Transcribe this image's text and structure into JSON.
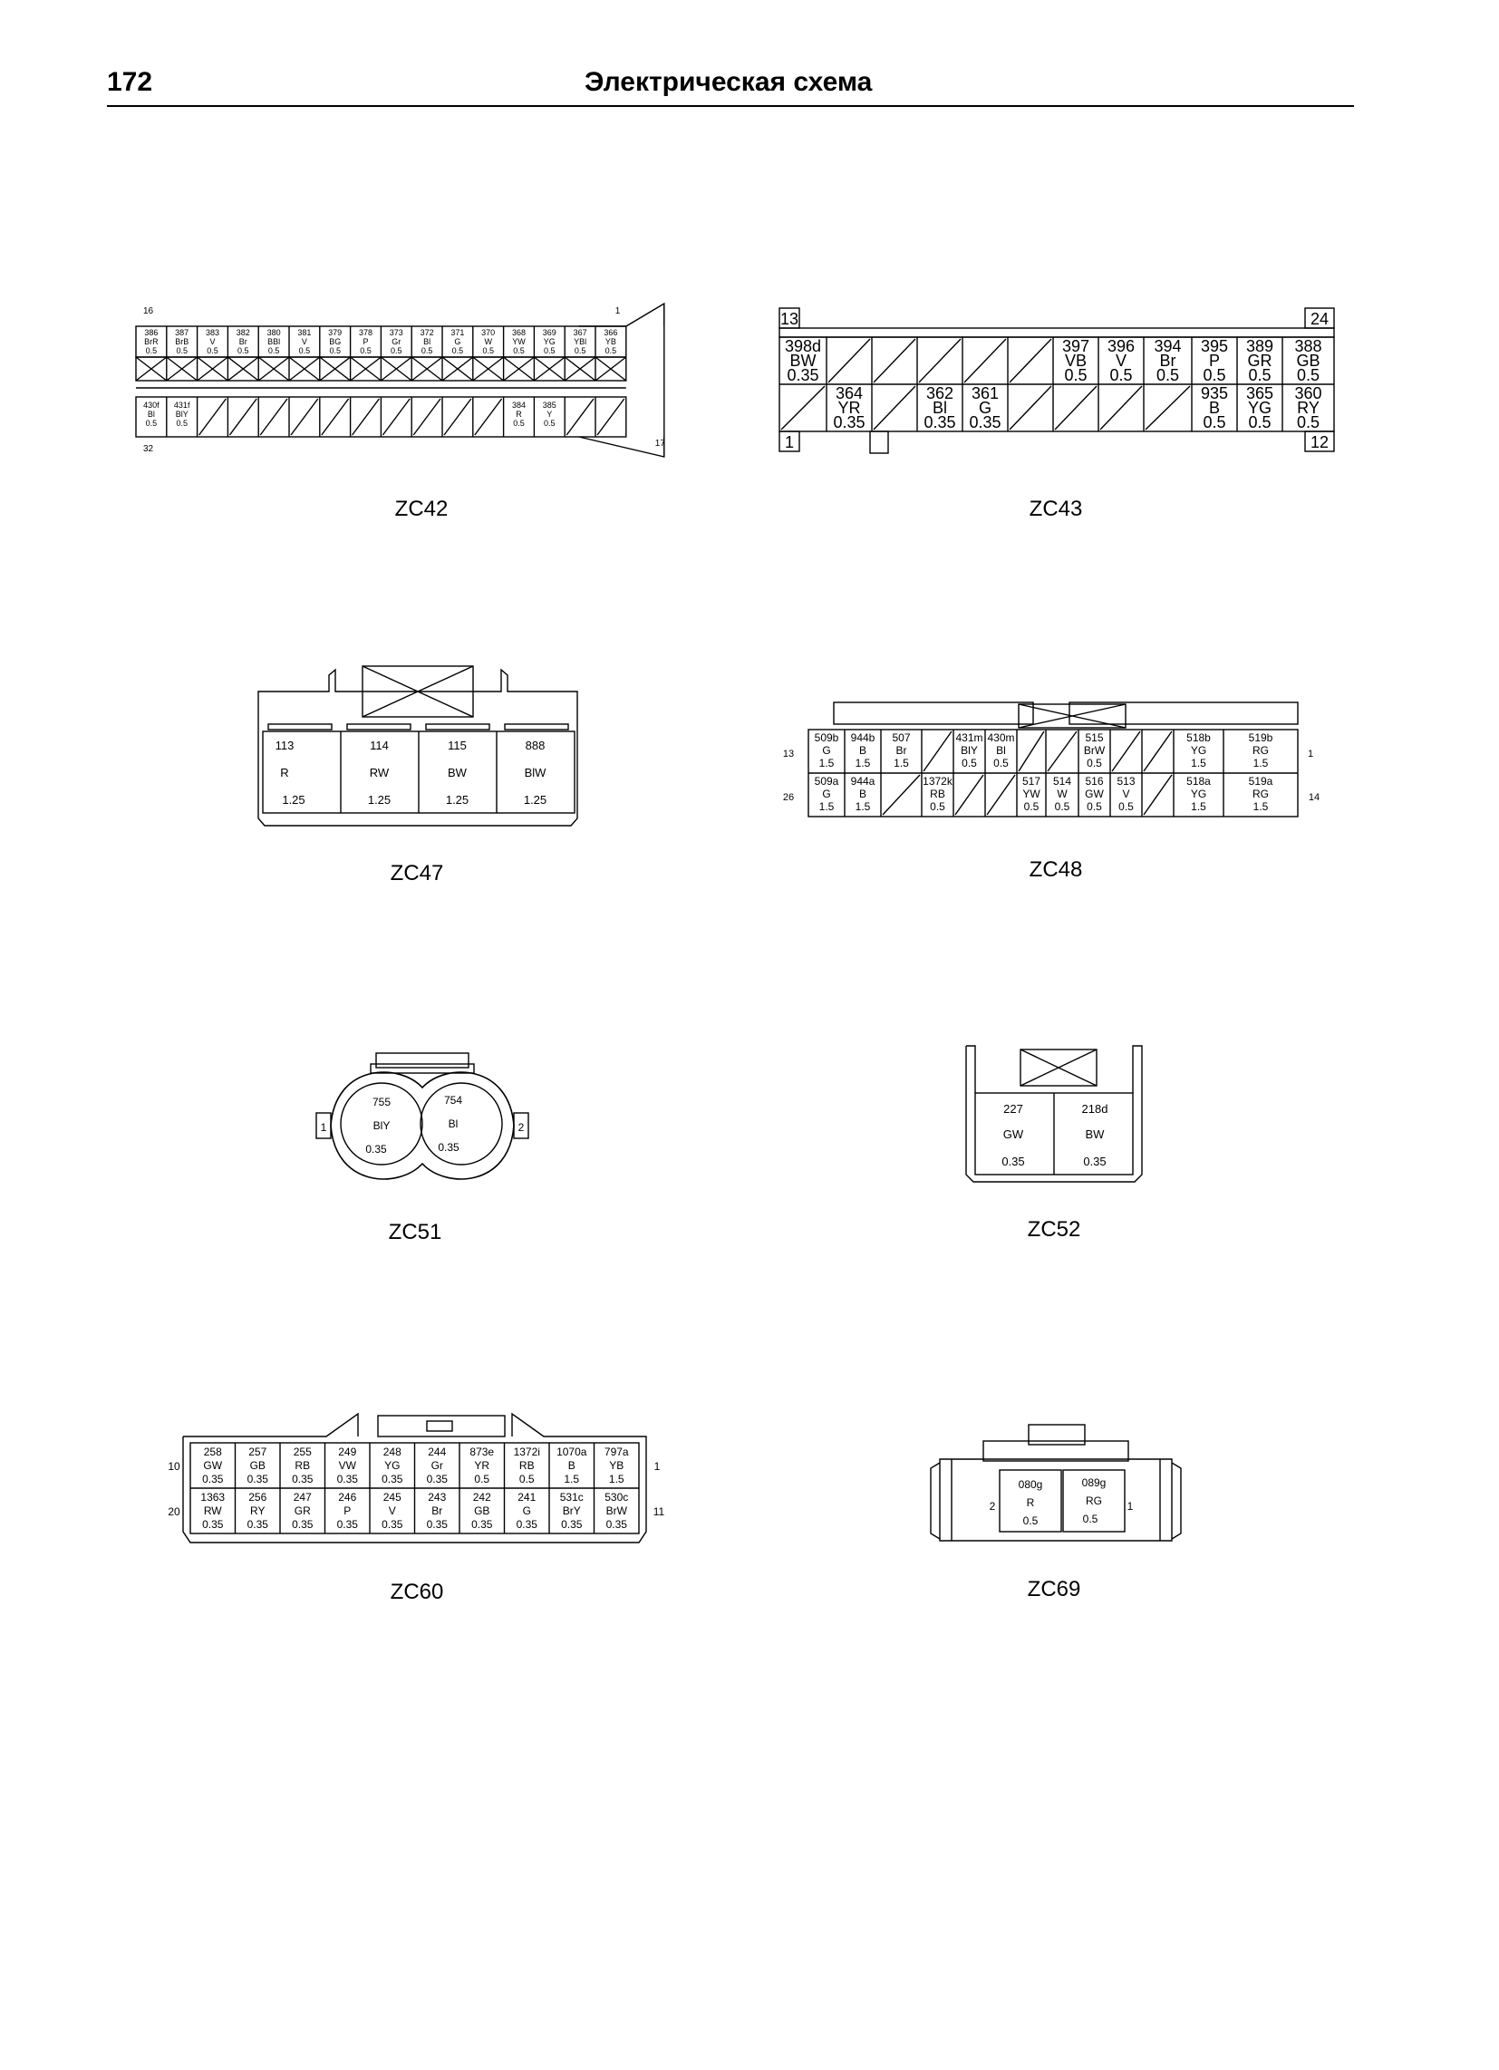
{
  "header": {
    "page_number": "172",
    "title": "Электрическая схема"
  },
  "connectors": {
    "zc42": {
      "name": "ZC42",
      "pin_labels": {
        "top_left": "16",
        "top_right": "1",
        "bottom_left": "32",
        "bottom_right": "17"
      },
      "row1": [
        {
          "id": "386",
          "color": "BrR",
          "size": "0.5"
        },
        {
          "id": "387",
          "color": "BrB",
          "size": "0.5"
        },
        {
          "id": "383",
          "color": "V",
          "size": "0.5"
        },
        {
          "id": "382",
          "color": "Br",
          "size": "0.5"
        },
        {
          "id": "380",
          "color": "BBl",
          "size": "0.5"
        },
        {
          "id": "381",
          "color": "V",
          "size": "0.5"
        },
        {
          "id": "379",
          "color": "BG",
          "size": "0.5"
        },
        {
          "id": "378",
          "color": "P",
          "size": "0.5"
        },
        {
          "id": "373",
          "color": "Gr",
          "size": "0.5"
        },
        {
          "id": "372",
          "color": "Bl",
          "size": "0.5"
        },
        {
          "id": "371",
          "color": "G",
          "size": "0.5"
        },
        {
          "id": "370",
          "color": "W",
          "size": "0.5"
        },
        {
          "id": "368",
          "color": "YW",
          "size": "0.5"
        },
        {
          "id": "369",
          "color": "YG",
          "size": "0.5"
        },
        {
          "id": "367",
          "color": "YBl",
          "size": "0.5"
        },
        {
          "id": "366",
          "color": "YB",
          "size": "0.5"
        }
      ],
      "row2": [
        {
          "id": "430f",
          "color": "Bl",
          "size": "0.5"
        },
        {
          "id": "431f",
          "color": "BlY",
          "size": "0.5"
        },
        null,
        null,
        null,
        null,
        null,
        null,
        null,
        null,
        null,
        null,
        {
          "id": "384",
          "color": "R",
          "size": "0.5"
        },
        {
          "id": "385",
          "color": "Y",
          "size": "0.5"
        },
        null,
        null
      ]
    },
    "zc43": {
      "name": "ZC43",
      "pin_labels": {
        "top_left": "13",
        "top_right": "24",
        "bottom_left": "1",
        "bottom_right": "12"
      },
      "row1": [
        {
          "id": "398d",
          "color": "BW",
          "size": "0.35"
        },
        null,
        null,
        null,
        null,
        null,
        {
          "id": "397",
          "color": "VB",
          "size": "0.5"
        },
        {
          "id": "396",
          "color": "V",
          "size": "0.5"
        },
        {
          "id": "394",
          "color": "Br",
          "size": "0.5"
        },
        {
          "id": "395",
          "color": "P",
          "size": "0.5"
        },
        {
          "id": "389",
          "color": "GR",
          "size": "0.5"
        },
        {
          "id": "388",
          "color": "GB",
          "size": "0.5"
        }
      ],
      "row2": [
        null,
        {
          "id": "364",
          "color": "YR",
          "size": "0.35"
        },
        null,
        {
          "id": "362",
          "color": "Bl",
          "size": "0.35"
        },
        {
          "id": "361",
          "color": "G",
          "size": "0.35"
        },
        null,
        null,
        null,
        null,
        {
          "id": "935",
          "color": "B",
          "size": "0.5"
        },
        {
          "id": "365",
          "color": "YG",
          "size": "0.5"
        },
        {
          "id": "360",
          "color": "RY",
          "size": "0.5"
        }
      ]
    },
    "zc47": {
      "name": "ZC47",
      "cells": [
        {
          "id": "113",
          "color": "R",
          "size": "1.25"
        },
        {
          "id": "114",
          "color": "RW",
          "size": "1.25"
        },
        {
          "id": "115",
          "color": "BW",
          "size": "1.25"
        },
        {
          "id": "888",
          "color": "BlW",
          "size": "1.25"
        }
      ]
    },
    "zc48": {
      "name": "ZC48",
      "pin_labels": {
        "top_left": "13",
        "top_right": "1",
        "bottom_left": "26",
        "bottom_right": "14"
      },
      "row1": [
        {
          "id": "509b",
          "color": "G",
          "size": "1.5"
        },
        {
          "id": "944b",
          "color": "B",
          "size": "1.5"
        },
        {
          "id": "507",
          "color": "Br",
          "size": "1.5"
        },
        null,
        {
          "id": "431m",
          "color": "BlY",
          "size": "0.5"
        },
        {
          "id": "430m",
          "color": "Bl",
          "size": "0.5"
        },
        null,
        null,
        {
          "id": "515",
          "color": "BrW",
          "size": "0.5"
        },
        null,
        null,
        {
          "id": "518b",
          "color": "YG",
          "size": "1.5"
        },
        {
          "id": "519b",
          "color": "RG",
          "size": "1.5"
        }
      ],
      "row2": [
        {
          "id": "509a",
          "color": "G",
          "size": "1.5"
        },
        {
          "id": "944a",
          "color": "B",
          "size": "1.5"
        },
        null,
        {
          "id": "1372k",
          "color": "RB",
          "size": "0.5"
        },
        null,
        null,
        {
          "id": "517",
          "color": "YW",
          "size": "0.5"
        },
        {
          "id": "514",
          "color": "W",
          "size": "0.5"
        },
        {
          "id": "516",
          "color": "GW",
          "size": "0.5"
        },
        {
          "id": "513",
          "color": "V",
          "size": "0.5"
        },
        null,
        {
          "id": "518a",
          "color": "YG",
          "size": "1.5"
        },
        {
          "id": "519a",
          "color": "RG",
          "size": "1.5"
        }
      ]
    },
    "zc51": {
      "name": "ZC51",
      "pin_labels": {
        "left": "1",
        "right": "2"
      },
      "cells": [
        {
          "id": "755",
          "color": "BlY",
          "size": "0.35"
        },
        {
          "id": "754",
          "color": "Bl",
          "size": "0.35"
        }
      ]
    },
    "zc52": {
      "name": "ZC52",
      "cells": [
        {
          "id": "227",
          "color": "GW",
          "size": "0.35"
        },
        {
          "id": "218d",
          "color": "BW",
          "size": "0.35"
        }
      ]
    },
    "zc60": {
      "name": "ZC60",
      "pin_labels": {
        "top_left": "10",
        "top_right": "1",
        "bottom_left": "20",
        "bottom_right": "11"
      },
      "row1": [
        {
          "id": "258",
          "color": "GW",
          "size": "0.35"
        },
        {
          "id": "257",
          "color": "GB",
          "size": "0.35"
        },
        {
          "id": "255",
          "color": "RB",
          "size": "0.35"
        },
        {
          "id": "249",
          "color": "VW",
          "size": "0.35"
        },
        {
          "id": "248",
          "color": "YG",
          "size": "0.35"
        },
        {
          "id": "244",
          "color": "Gr",
          "size": "0.35"
        },
        {
          "id": "873e",
          "color": "YR",
          "size": "0.5"
        },
        {
          "id": "1372i",
          "color": "RB",
          "size": "0.5"
        },
        {
          "id": "1070a",
          "color": "B",
          "size": "1.5"
        },
        {
          "id": "797a",
          "color": "YB",
          "size": "1.5"
        }
      ],
      "row2": [
        {
          "id": "1363",
          "color": "RW",
          "size": "0.35"
        },
        {
          "id": "256",
          "color": "RY",
          "size": "0.35"
        },
        {
          "id": "247",
          "color": "GR",
          "size": "0.35"
        },
        {
          "id": "246",
          "color": "P",
          "size": "0.35"
        },
        {
          "id": "245",
          "color": "V",
          "size": "0.35"
        },
        {
          "id": "243",
          "color": "Br",
          "size": "0.35"
        },
        {
          "id": "242",
          "color": "GB",
          "size": "0.35"
        },
        {
          "id": "241",
          "color": "G",
          "size": "0.35"
        },
        {
          "id": "531c",
          "color": "BrY",
          "size": "0.35"
        },
        {
          "id": "530c",
          "color": "BrW",
          "size": "0.35"
        }
      ]
    },
    "zc69": {
      "name": "ZC69",
      "pin_labels": {
        "left": "2",
        "right": "1"
      },
      "cells": [
        {
          "id": "080g",
          "color": "R",
          "size": "0.5"
        },
        {
          "id": "089g",
          "color": "RG",
          "size": "0.5"
        }
      ]
    }
  }
}
